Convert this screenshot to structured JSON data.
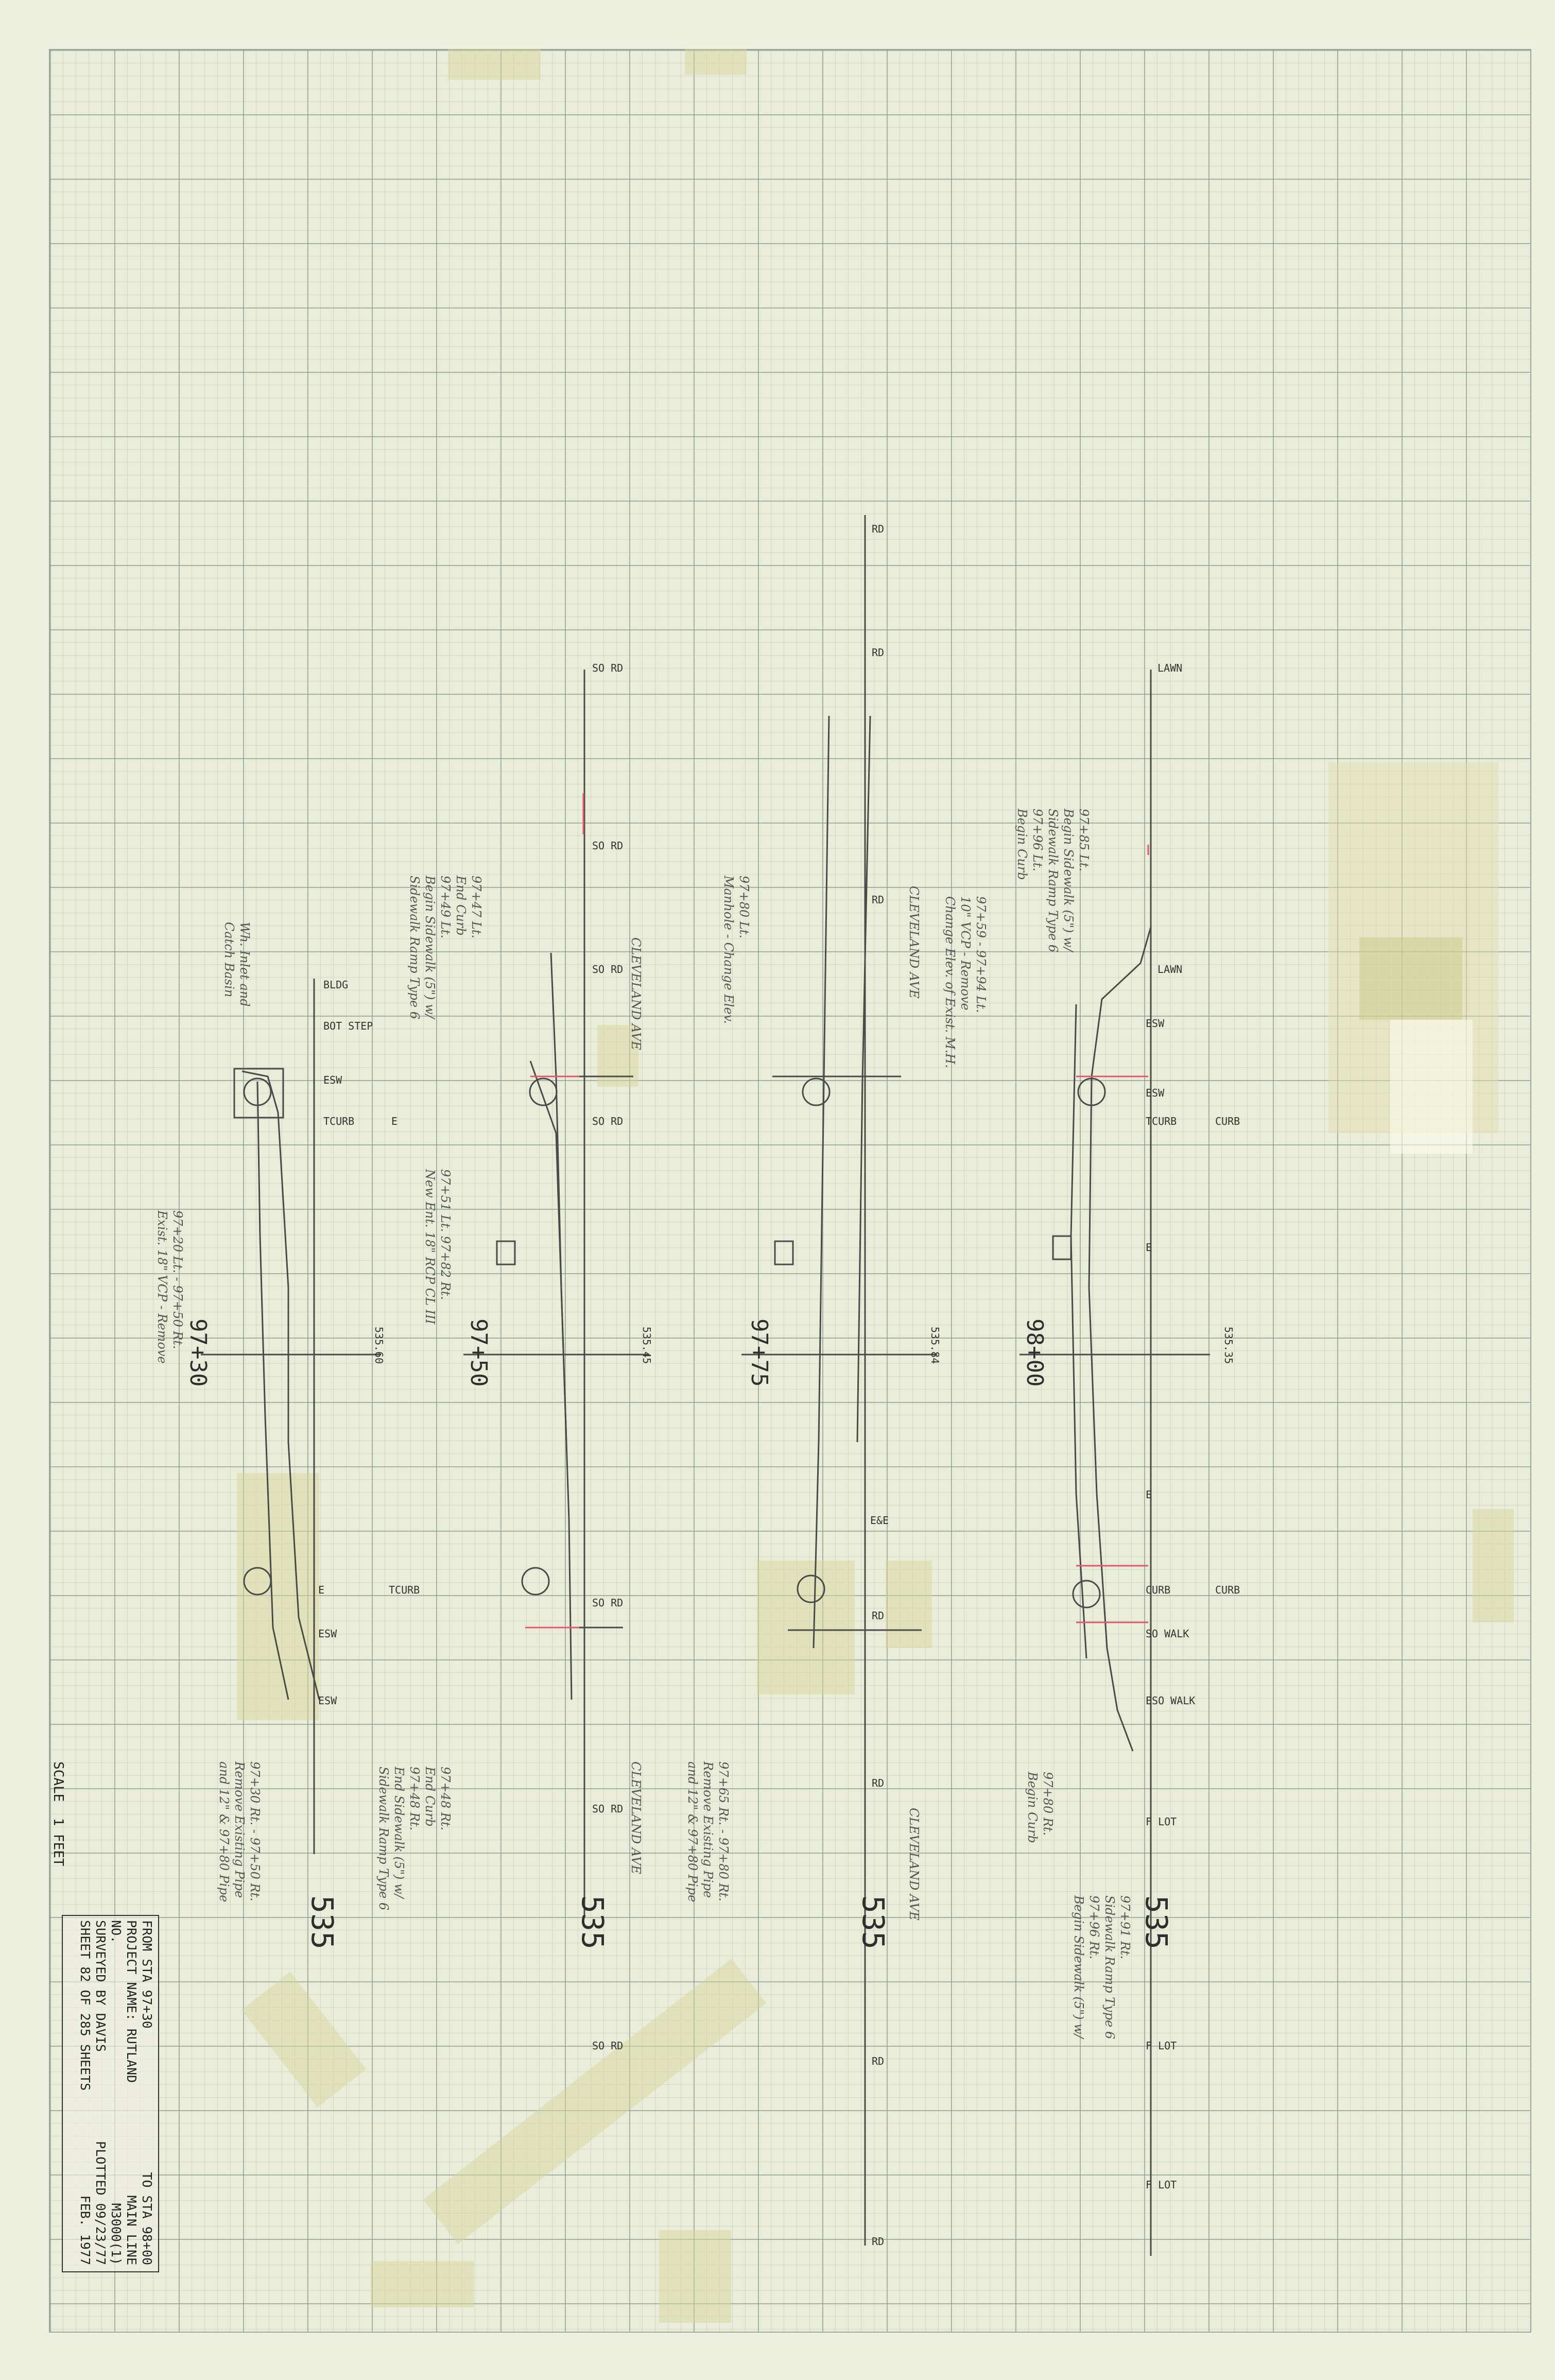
{
  "title_block": {
    "from_sta": "FROM STA 97+30",
    "to_sta": "TO STA 98+00",
    "project_name_label": "PROJECT NAME:",
    "project_name": "RUTLAND",
    "line": "MAIN LINE",
    "no_label": "NO.",
    "project_no": "M3000(1)",
    "surveyed_by_label": "SURVEYED BY",
    "surveyed_by": "DAVIS",
    "plotted_label": "PLOTTED",
    "plotted": "09/23/77",
    "sheet": "SHEET 82 OF 285 SHEETS",
    "date": "FEB. 1977"
  },
  "scale": {
    "label": "SCALE",
    "value": "1 FEET"
  },
  "sections": [
    {
      "station": "97+30",
      "elevation": "535",
      "ref_elev": "535.60",
      "labels": [
        "BLDG",
        "BOT STEP",
        "ESW",
        "TCURB",
        "E",
        "E",
        "TCURB",
        "ESW",
        "ESW"
      ],
      "notes": [
        [
          "Wh. Inlet and",
          "Catch Basin"
        ],
        [
          "97+20 Lt. - 97+50 Rt.",
          "Exist. 18\" VCP - Remove"
        ],
        [
          "97+30 Rt. - 97+50 Rt.",
          "Remove Existing Pipe",
          "and 12\" & 97+80 Pipe"
        ]
      ]
    },
    {
      "station": "97+50",
      "elevation": "535",
      "ref_elev": "535.45",
      "labels": [
        "SO RD",
        "SO RD",
        "SO RD",
        "SO RD",
        "SO RD",
        "SO RD",
        "SO RD"
      ],
      "notes": [
        [
          "97+47 Lt.",
          "End Curb",
          "97+49 Lt.",
          "Begin Sidewalk (5\") w/",
          "Sidewalk Ramp Type 6"
        ],
        [
          "97+51 Lt. 97+82 Rt.",
          "New Ent. 18\" RCP CL III"
        ],
        [
          "97+48 Rt.",
          "End Curb",
          "97+48 Rt.",
          "End Sidewalk (5\") w/",
          "Sidewalk Ramp Type 6"
        ]
      ],
      "road": [
        "CLEVELAND AVE",
        "CLEVELAND AVE"
      ]
    },
    {
      "station": "97+75",
      "elevation": "535",
      "ref_elev": "535.84",
      "labels": [
        "RD",
        "RD",
        "RD",
        "E&E",
        "RD",
        "RD",
        "RD",
        "RD"
      ],
      "notes": [
        [
          "97+80 Lt.",
          "Manhole - Change Elev."
        ],
        [
          "97+65 Rt. - 97+80 Rt.",
          "Remove Existing Pipe",
          "and 12\" & 97+80 Pipe"
        ]
      ],
      "road": [
        "CLEVELAND AVE",
        "CLEVELAND AVE"
      ]
    },
    {
      "station": "98+00",
      "elevation": "535",
      "ref_elev": "535.35",
      "labels": [
        "LAWN",
        "LAWN",
        "ESW",
        "ESW",
        "TCURB",
        "CURB",
        "E",
        "E",
        "CURB",
        "CURB",
        "SO WALK",
        "ESO WALK",
        "F LOT",
        "F LOT",
        "F LOT"
      ],
      "notes": [
        [
          "97+85 Lt.",
          "Begin Sidewalk (5\") w/",
          "Sidewalk Ramp Type 6",
          "97+96 Lt.",
          "Begin Curb"
        ],
        [
          "97+59 - 97+94 Lt.",
          "10\" VCP - Remove",
          "Change Elev. of Exist. M.H."
        ],
        [
          "97+80 Rt.",
          "Begin Curb"
        ],
        [
          "97+91 Rt.",
          "Sidewalk Ramp Type 6",
          "97+96 Rt.",
          "Begin Sidewalk (5\") w/"
        ]
      ]
    }
  ],
  "colors": {
    "paper": "#eef0df",
    "grid_major": "#7f8f84",
    "ink": "#3b3b3b",
    "red": "#e05a6a",
    "tape": "#d6d696"
  }
}
